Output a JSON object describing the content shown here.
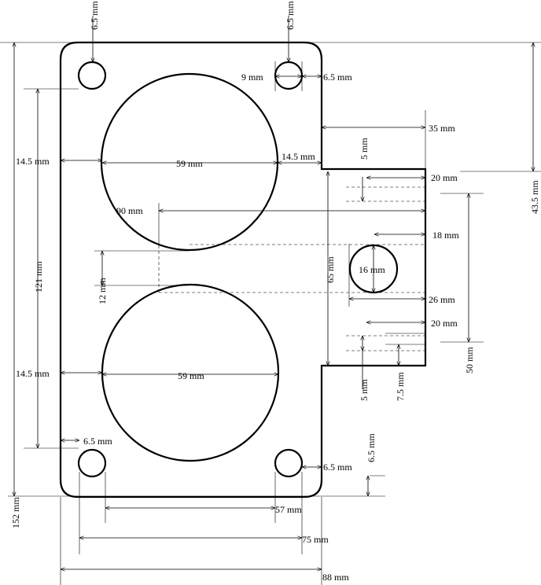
{
  "drawing": {
    "top_left_hole_offset": "6.5 mm",
    "top_right_hole_offset": "6.5 mm",
    "small_hole_diameter": "9 mm",
    "top_right_hole_edge": "6.5 mm",
    "notch_width": "35 mm",
    "left_margin_top": "14.5 mm",
    "top_circle_diameter": "59 mm",
    "right_margin_top": "14.5 mm",
    "slot_top_height": "5 mm",
    "slot_top_length": "20 mm",
    "notch_depth": "43.5 mm",
    "circle_to_edge": "90 mm",
    "hole_offset": "18 mm",
    "hole_diameter": "16 mm",
    "tab_height": "65 mm",
    "hole_centers_span": "121 mm",
    "circle_gap": "12 mm",
    "hole_box_width": "26 mm",
    "slot_bottom_length": "20 mm",
    "slots_span": "50 mm",
    "left_margin_bottom": "14.5 mm",
    "bottom_circle_diameter": "59 mm",
    "slot_bottom_height": "5 mm",
    "slot_bottom_offset": "7.5 mm",
    "bottom_left_hole_offset": "6.5 mm",
    "bottom_right_hole_vertical": "6.5 mm",
    "bottom_right_hole_edge": "6.5 mm",
    "total_height": "152 mm",
    "circle_edges_span": "57 mm",
    "hole_span": "75 mm",
    "total_width": "88 mm"
  }
}
